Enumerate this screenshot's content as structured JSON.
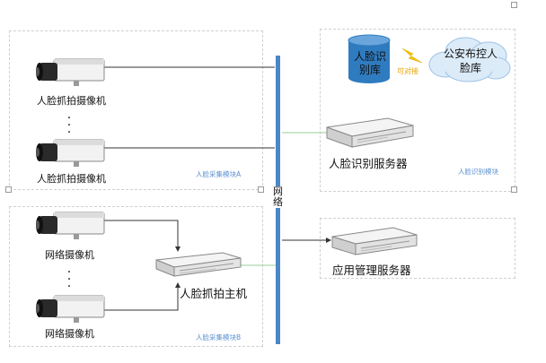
{
  "camera_label": "人脸抓拍摄像机",
  "network_camera_label": "网络摄像机",
  "module_a_label": "人脸采集模块A",
  "module_b_label": "人脸采集模块B",
  "recognition_module_label": "人脸识别模块",
  "face_db_label": "人脸识别库",
  "can_connect_label": "可对接",
  "police_db_label": "公安布控人脸库",
  "recognition_server_label": "人脸识别服务器",
  "face_capture_host_label": "人脸抓拍主机",
  "app_server_label": "应用管理服务器",
  "network_label": "网络",
  "colors": {
    "network": "#4a86c8",
    "db": "#2f7bbf",
    "bolt": "#f5c400",
    "green_line": "#9acd9a",
    "module_text": "#5b8fd0"
  }
}
